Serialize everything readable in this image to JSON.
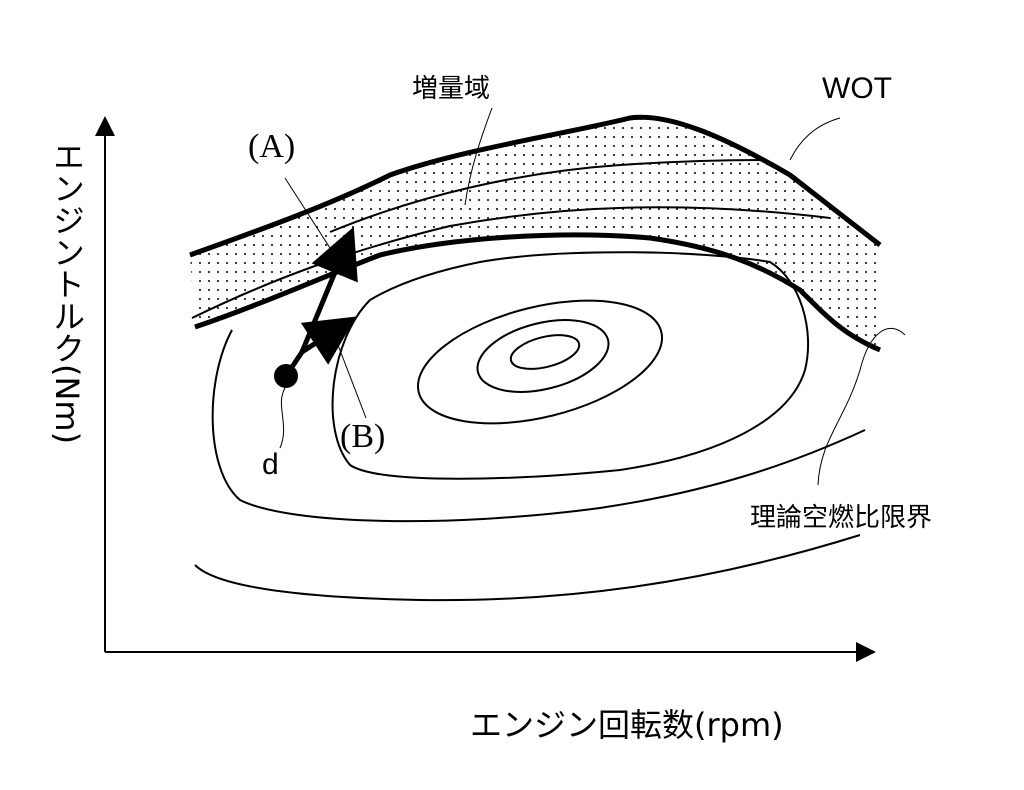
{
  "labels": {
    "increase_region": "増量域",
    "wot": "WOT",
    "stoich_limit": "理論空燃比限界",
    "point_a": "(A)",
    "point_b": "(B)",
    "point_d": "d",
    "x_axis": "エンジン回転数(rpm)",
    "y_axis": "エンジントルク(Nm)"
  }
}
